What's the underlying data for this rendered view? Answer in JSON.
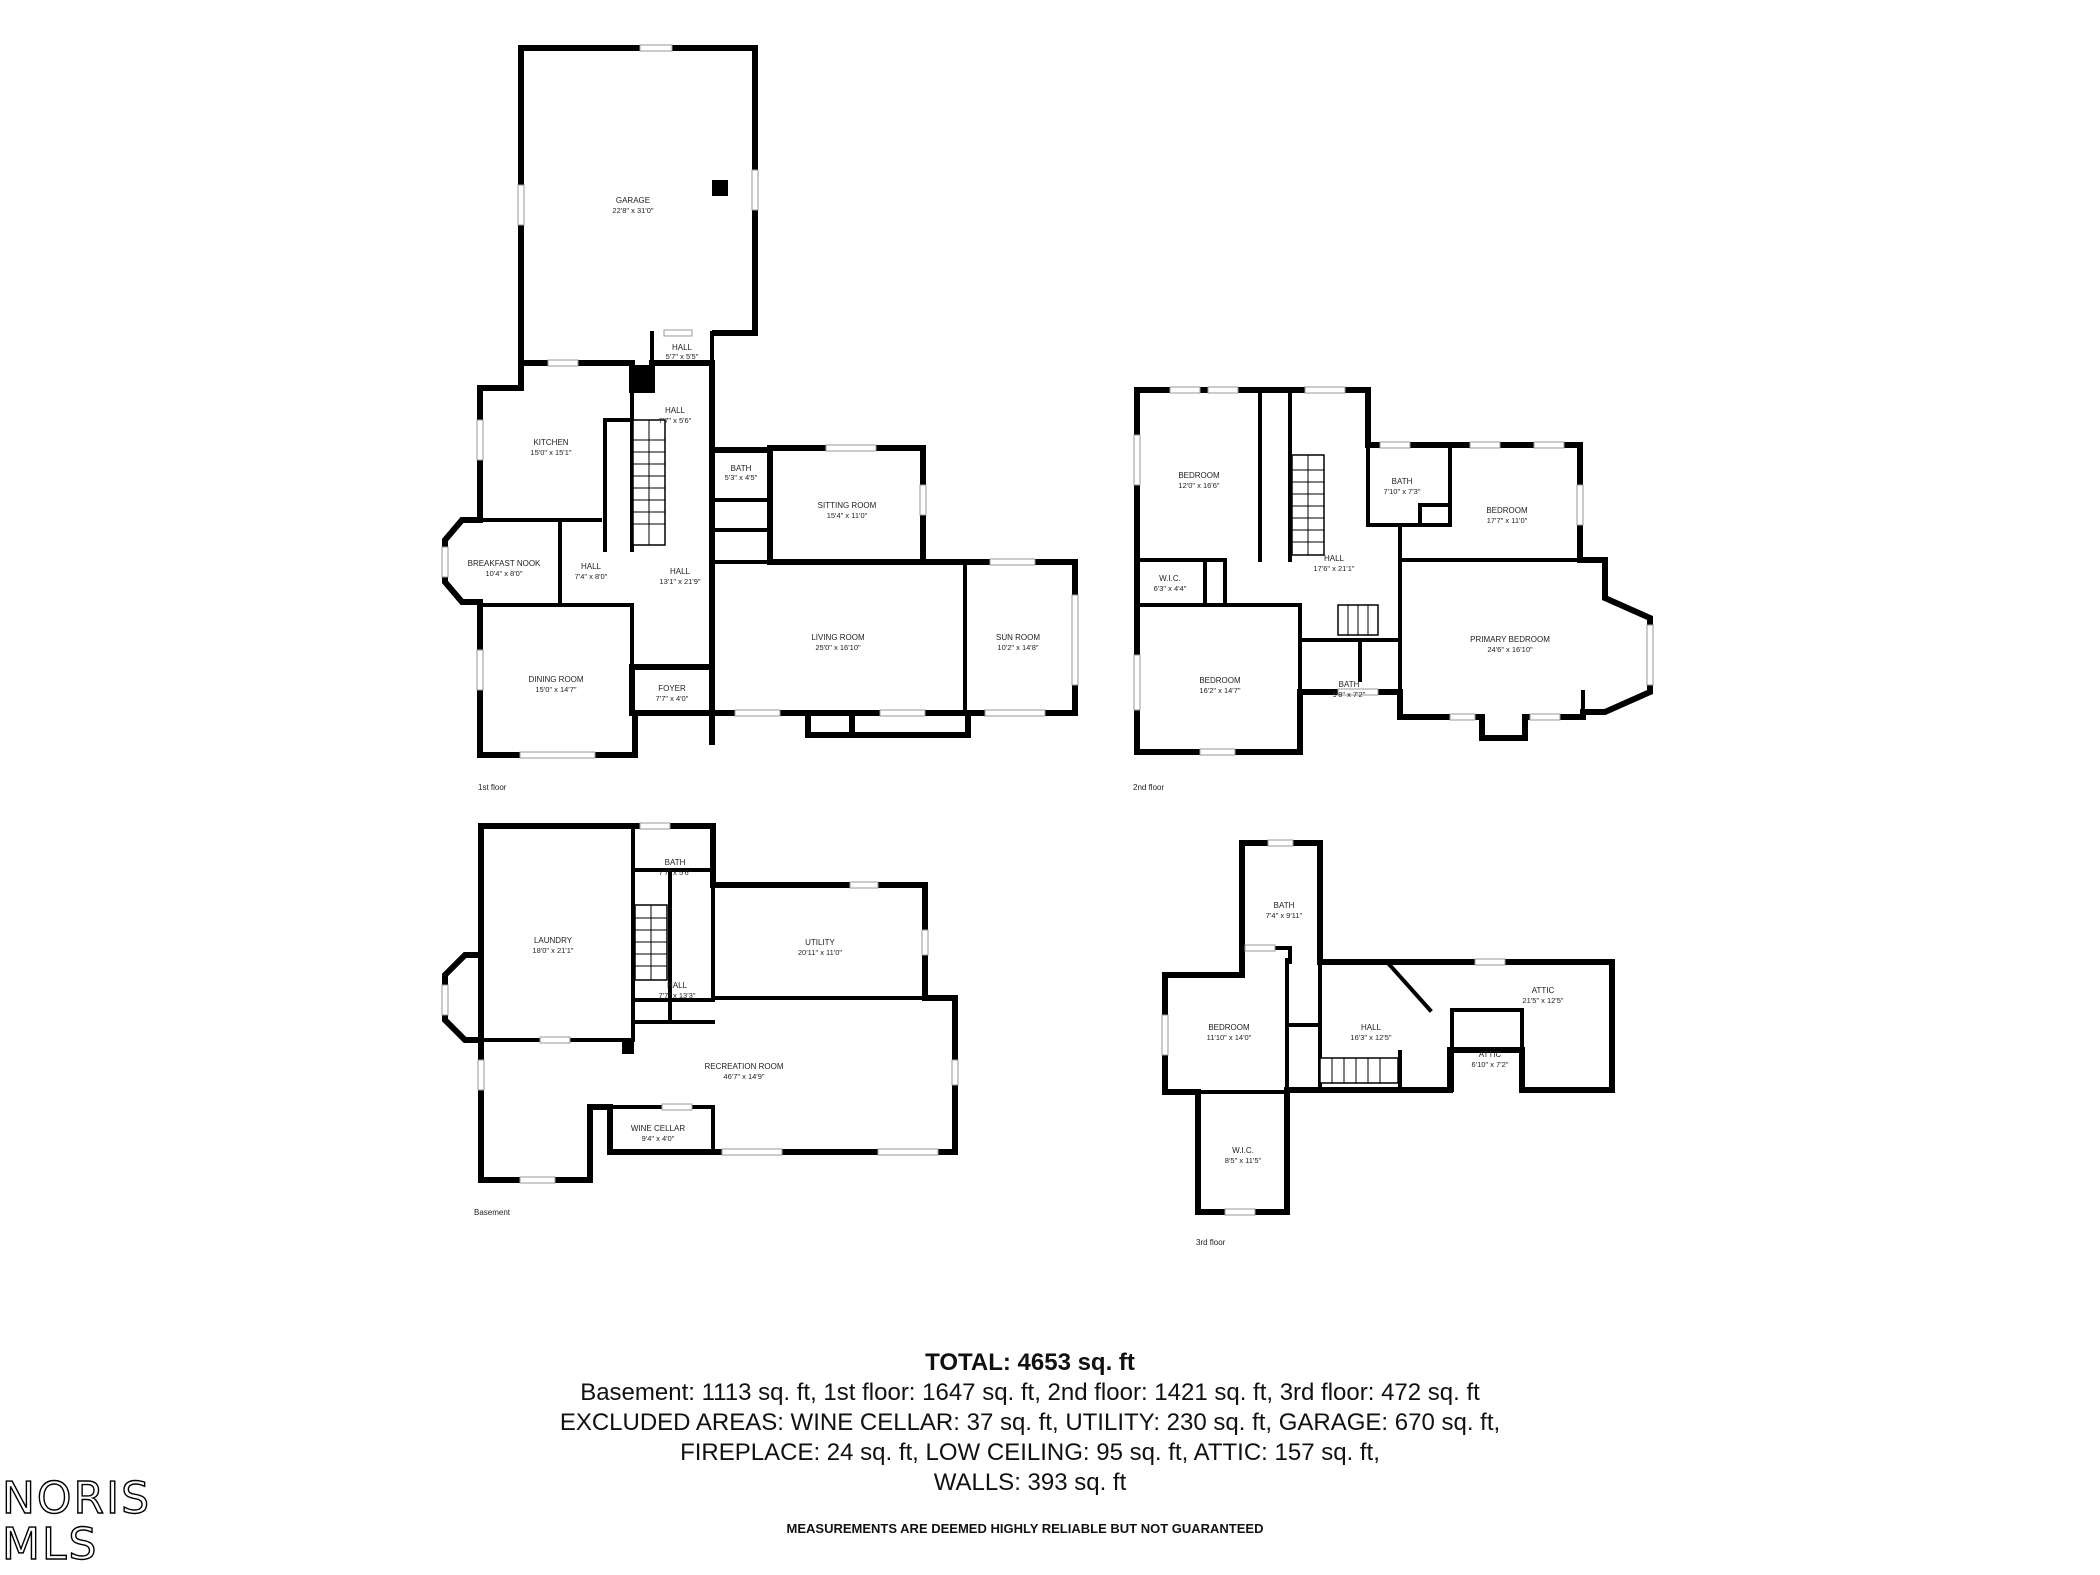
{
  "floors": {
    "first": {
      "label": "1st floor",
      "rooms": [
        {
          "name": "GARAGE",
          "dim": "22'8\" x 31'0\""
        },
        {
          "name": "HALL",
          "dim": "5'7\" x 5'5\""
        },
        {
          "name": "HALL",
          "dim": "7'7\" x 5'6\""
        },
        {
          "name": "KITCHEN",
          "dim": "15'0\" x 15'1\""
        },
        {
          "name": "BATH",
          "dim": "5'3\" x 4'5\""
        },
        {
          "name": "SITTING ROOM",
          "dim": "15'4\" x 11'0\""
        },
        {
          "name": "BREAKFAST NOOK",
          "dim": "10'4\" x 8'0\""
        },
        {
          "name": "HALL",
          "dim": "7'4\" x 8'0\""
        },
        {
          "name": "HALL",
          "dim": "13'1\" x 21'9\""
        },
        {
          "name": "LIVING ROOM",
          "dim": "25'0\" x 16'10\""
        },
        {
          "name": "SUN ROOM",
          "dim": "10'2\" x 14'8\""
        },
        {
          "name": "DINING ROOM",
          "dim": "15'0\" x 14'7\""
        },
        {
          "name": "FOYER",
          "dim": "7'7\" x 4'0\""
        }
      ]
    },
    "second": {
      "label": "2nd floor",
      "rooms": [
        {
          "name": "BEDROOM",
          "dim": "12'0\" x 16'6\""
        },
        {
          "name": "BATH",
          "dim": "7'10\" x 7'3\""
        },
        {
          "name": "BEDROOM",
          "dim": "17'7\" x 11'0\""
        },
        {
          "name": "W.I.C.",
          "dim": "6'3\" x 4'4\""
        },
        {
          "name": "HALL",
          "dim": "17'6\" x 21'1\""
        },
        {
          "name": "PRIMARY BEDROOM",
          "dim": "24'6\" x 16'10\""
        },
        {
          "name": "BEDROOM",
          "dim": "16'2\" x 14'7\""
        },
        {
          "name": "BATH",
          "dim": "9'8\" x 7'2\""
        }
      ]
    },
    "basement": {
      "label": "Basement",
      "rooms": [
        {
          "name": "BATH",
          "dim": "7'7\" x 5'6\""
        },
        {
          "name": "LAUNDRY",
          "dim": "18'0\" x 21'1\""
        },
        {
          "name": "UTILITY",
          "dim": "20'11\" x 11'0\""
        },
        {
          "name": "HALL",
          "dim": "7'7\" x 13'3\""
        },
        {
          "name": "RECREATION ROOM",
          "dim": "46'7\" x 14'9\""
        },
        {
          "name": "WINE CELLAR",
          "dim": "9'4\" x 4'0\""
        }
      ]
    },
    "third": {
      "label": "3rd floor",
      "rooms": [
        {
          "name": "BATH",
          "dim": "7'4\" x 9'11\""
        },
        {
          "name": "ATTIC",
          "dim": "21'5\" x 12'5\""
        },
        {
          "name": "BEDROOM",
          "dim": "11'10\" x 14'0\""
        },
        {
          "name": "HALL",
          "dim": "16'3\" x 12'5\""
        },
        {
          "name": "ATTIC",
          "dim": "6'10\" x 7'2\""
        },
        {
          "name": "W.I.C.",
          "dim": "8'5\" x 11'5\""
        }
      ]
    }
  },
  "summary": {
    "total": "TOTAL: 4653 sq. ft",
    "line1": "Basement: 1113 sq. ft, 1st floor: 1647 sq. ft, 2nd floor: 1421 sq. ft, 3rd floor: 472 sq. ft",
    "line2": "EXCLUDED AREAS: WINE CELLAR: 37 sq. ft, UTILITY: 230 sq. ft, GARAGE: 670 sq. ft,",
    "line3": "FIREPLACE: 24 sq. ft, LOW CEILING: 95 sq. ft, ATTIC: 157 sq. ft,",
    "line4": "WALLS: 393 sq. ft"
  },
  "disclaimer": "MEASUREMENTS ARE DEEMED HIGHLY RELIABLE BUT NOT GUARANTEED",
  "watermark": "NORIS MLS"
}
